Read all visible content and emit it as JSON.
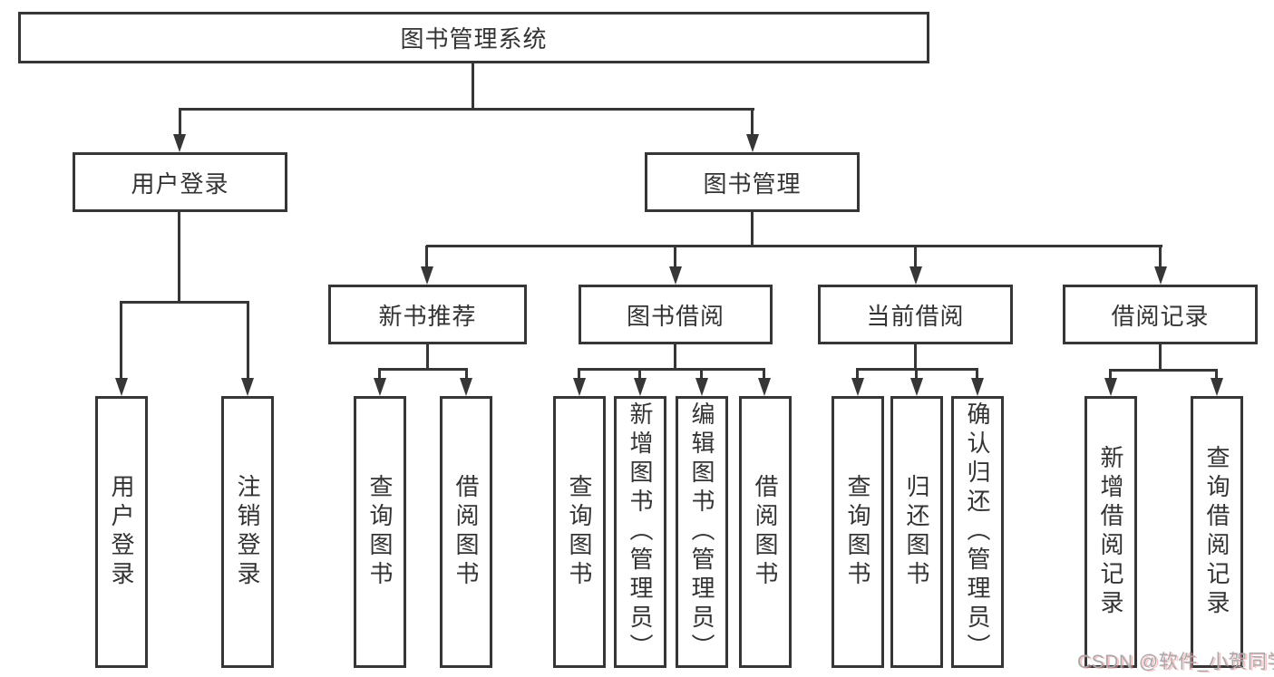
{
  "diagram_title": "图书管理系统",
  "tree": {
    "label": "图书管理系统",
    "children": [
      {
        "label": "用户登录",
        "children": [
          {
            "label": "用户登录"
          },
          {
            "label": "注销登录"
          }
        ]
      },
      {
        "label": "图书管理",
        "children": [
          {
            "label": "新书推荐",
            "children": [
              {
                "label": "查询图书"
              },
              {
                "label": "借阅图书"
              }
            ]
          },
          {
            "label": "图书借阅",
            "children": [
              {
                "label": "查询图书"
              },
              {
                "label": "新增图书（管理员）"
              },
              {
                "label": "编辑图书（管理员）"
              },
              {
                "label": "借阅图书"
              }
            ]
          },
          {
            "label": "当前借阅",
            "children": [
              {
                "label": "查询图书"
              },
              {
                "label": "归还图书"
              },
              {
                "label": "确认归还（管理员）"
              }
            ]
          },
          {
            "label": "借阅记录",
            "children": [
              {
                "label": "新增借阅记录"
              },
              {
                "label": "查询借阅记录"
              }
            ]
          }
        ]
      }
    ]
  },
  "colors": {
    "line": "#363636",
    "text": "#333333",
    "watermark_gray": "#a9a9ad"
  },
  "watermark": {
    "text": "CSDN @软件_小贺同学"
  }
}
